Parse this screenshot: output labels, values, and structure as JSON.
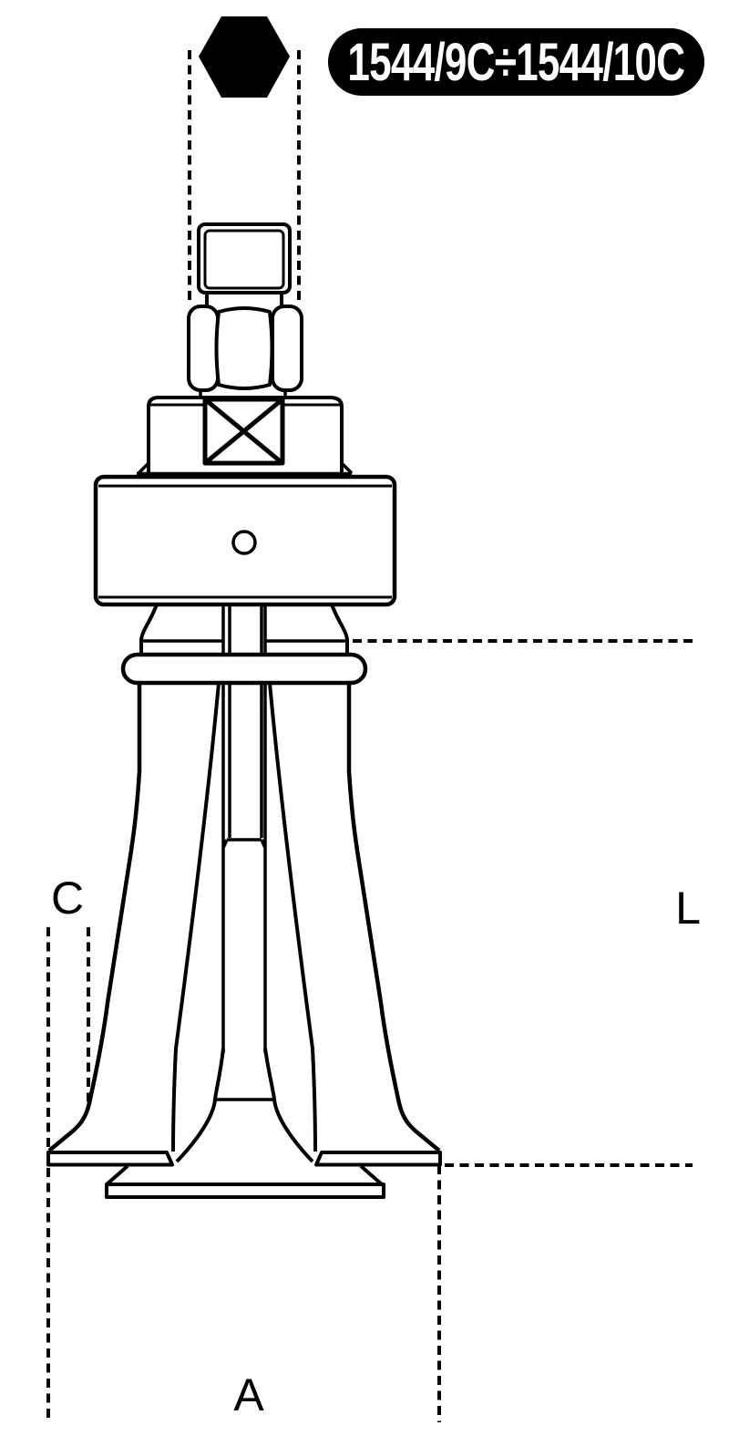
{
  "badge": {
    "part_range": "1544/9C÷1544/10C",
    "bg_color": "#000000",
    "text_color": "#ffffff"
  },
  "labels": {
    "flare_width": "C",
    "length": "L",
    "overall_width": "A"
  },
  "colors": {
    "line": "#000000",
    "background": "#ffffff"
  },
  "drawing": {
    "type": "technical-line-drawing",
    "subject": "internal bearing extractor, front view with hex drive top view",
    "icon_names": [
      "hex-drive-icon",
      "cross-knurl-icon"
    ]
  }
}
